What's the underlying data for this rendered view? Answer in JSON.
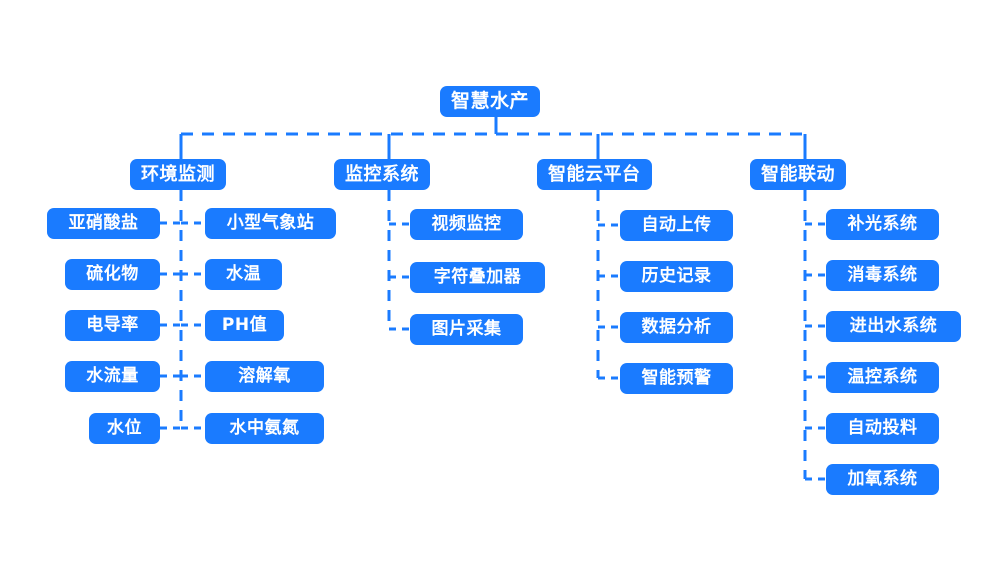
{
  "diagram": {
    "title": "智慧水产",
    "theme": {
      "node_fill": "#1a7bff",
      "node_text": "#ffffff",
      "wire": "#1a7bff",
      "background": "#ffffff"
    },
    "root": {
      "label": "智慧水产"
    },
    "branches": [
      {
        "label": "环境监测",
        "layout": "two-sided",
        "left_children": [
          {
            "label": "亚硝酸盐"
          },
          {
            "label": "硫化物"
          },
          {
            "label": "电导率"
          },
          {
            "label": "水流量"
          },
          {
            "label": "水位"
          }
        ],
        "right_children": [
          {
            "label": "小型气象站"
          },
          {
            "label": "水温"
          },
          {
            "label": "PH值"
          },
          {
            "label": "溶解氧"
          },
          {
            "label": "水中氨氮"
          }
        ]
      },
      {
        "label": "监控系统",
        "layout": "right-only",
        "children": [
          {
            "label": "视频监控"
          },
          {
            "label": "字符叠加器"
          },
          {
            "label": "图片采集"
          }
        ]
      },
      {
        "label": "智能云平台",
        "layout": "right-only",
        "children": [
          {
            "label": "自动上传"
          },
          {
            "label": "历史记录"
          },
          {
            "label": "数据分析"
          },
          {
            "label": "智能预警"
          }
        ]
      },
      {
        "label": "智能联动",
        "layout": "right-only",
        "children": [
          {
            "label": "补光系统"
          },
          {
            "label": "消毒系统"
          },
          {
            "label": "进出水系统"
          },
          {
            "label": "温控系统"
          },
          {
            "label": "自动投料"
          },
          {
            "label": "加氧系统"
          }
        ]
      }
    ]
  }
}
